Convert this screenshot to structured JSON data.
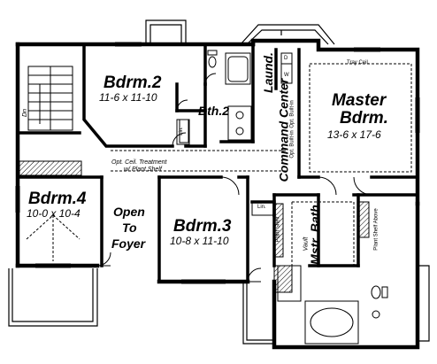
{
  "rooms": {
    "bdrm2": {
      "name": "Bdrm.2",
      "dims": "11-6 x 11-10"
    },
    "bdrm3": {
      "name": "Bdrm.3",
      "dims": "10-8 x 11-10"
    },
    "bdrm4": {
      "name": "Bdrm.4",
      "dims": "10-0 x 10-4"
    },
    "master": {
      "name_line1": "Master",
      "name_line2": "Bdrm.",
      "dims": "13-6 x 17-6"
    },
    "bath2": {
      "name": "Bth.2"
    },
    "mstr_bath": {
      "name": "Mstr. Bath"
    },
    "foyer": {
      "line1": "Open",
      "line2": "To",
      "line3": "Foyer"
    },
    "laundry": {
      "name": "Laund."
    },
    "command": {
      "name": "Command Center"
    }
  },
  "annotations": {
    "stair_dn": "Dn",
    "lin_a": "Lin.",
    "lin_b": "Lin.",
    "opt_ceil_line1": "Opt. Ceil. Treatment",
    "opt_ceil_line2": "w/ Plant Shelf",
    "tray_ceil": "Tray Ceil.",
    "washer": "W",
    "dryer": "D",
    "opt_builtin_1": "Opt. Built-in",
    "opt_builtin_2": "Opt. Built-in",
    "plant_shelf_a": "Plant Shelf",
    "plant_shelf_b": "Plant Shelf Above",
    "vault": "Vault"
  }
}
